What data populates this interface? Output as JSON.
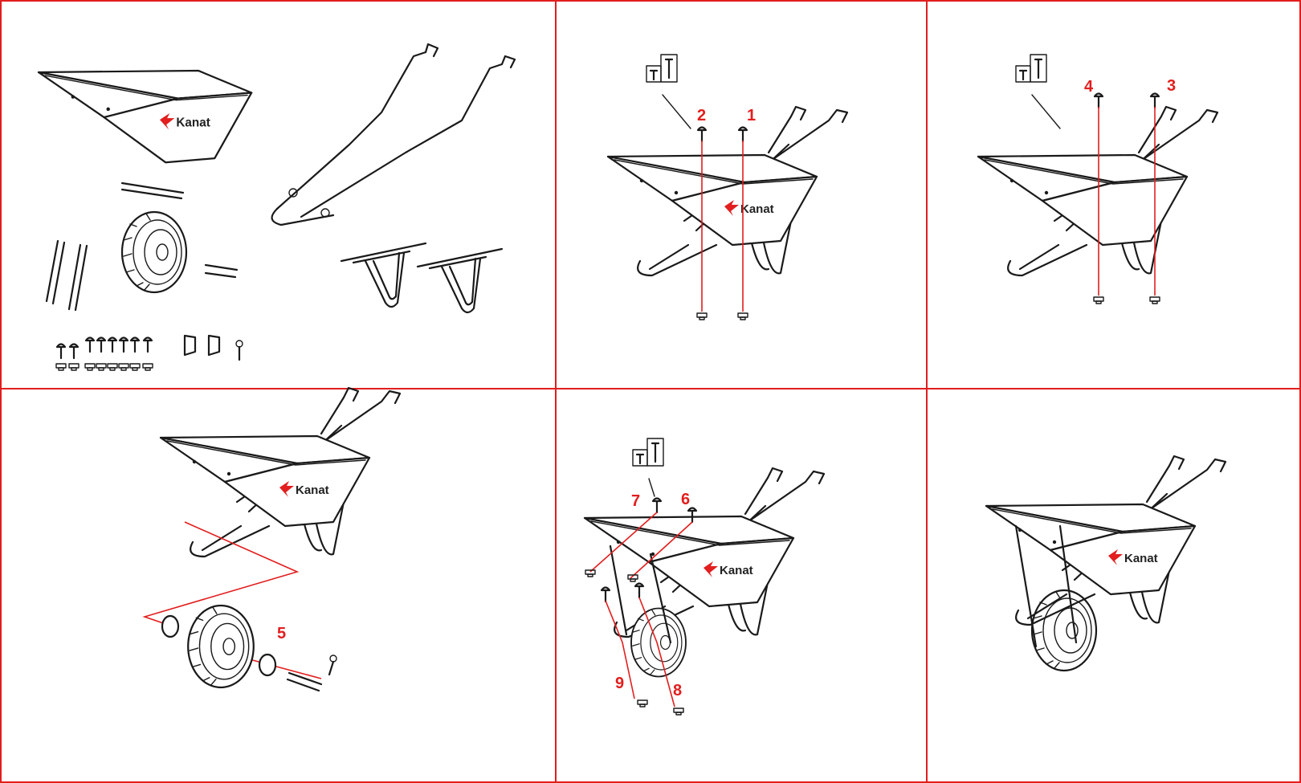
{
  "brand": "Kanat",
  "steps": [
    {
      "id": "parts",
      "callouts": []
    },
    {
      "id": "step-1-2",
      "callouts": [
        "1",
        "2"
      ]
    },
    {
      "id": "step-3-4",
      "callouts": [
        "3",
        "4"
      ]
    },
    {
      "id": "step-5",
      "callouts": [
        "5"
      ]
    },
    {
      "id": "step-6-9",
      "callouts": [
        "6",
        "7",
        "8",
        "9"
      ]
    },
    {
      "id": "assembled",
      "callouts": []
    }
  ],
  "colors": {
    "frame": "#e21e1e",
    "callout": "#e21e1e",
    "line_art": "#1a1a1a",
    "background": "#ffffff"
  }
}
